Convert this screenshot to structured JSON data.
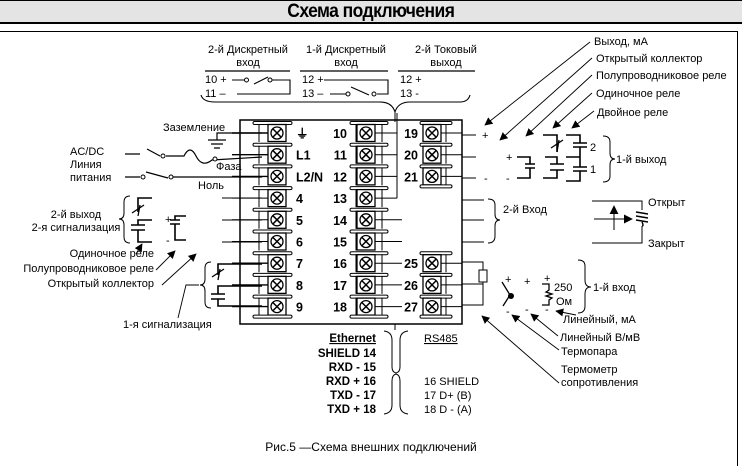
{
  "header": {
    "title": "Схема подключения"
  },
  "top_inputs": [
    {
      "title_line1": "2-й Дискретный",
      "title_line2": "вход",
      "term_a": "10 +",
      "term_b": "11 –"
    },
    {
      "title_line1": "1-й Дискретный",
      "title_line2": "вход",
      "term_a": "12 +",
      "term_b": "13 –"
    },
    {
      "title_line1": "2-й Токовый",
      "title_line2": "выход",
      "term_a": "12 +",
      "term_b": "13 -"
    }
  ],
  "output1_types": [
    "Выход, мА",
    "Открытый коллектор",
    "Полупроводниковое реле",
    "Одиночное реле",
    "Двойное реле"
  ],
  "output1": {
    "label": "1-й выход",
    "relay_2": "2",
    "relay_1": "1",
    "plus": "+",
    "minus": "-"
  },
  "power": {
    "ground": "Заземление",
    "line1": "AC/DC",
    "line2": "Линия",
    "line3": "питания",
    "phase": "Фаза",
    "neutral": "Ноль"
  },
  "output2": {
    "label_line1": "2-й выход",
    "label_line2": "2-я сигнализация",
    "plus": "+",
    "minus": "-",
    "types": [
      "Одиночное реле",
      "Полупроводниковое реле",
      "Открытый коллектор"
    ]
  },
  "alarm1": {
    "label": "1-я сигнализация"
  },
  "input2": {
    "label": "2-й Вход",
    "open": "Открыт",
    "closed": "Закрыт"
  },
  "input1": {
    "label": "1-й вход",
    "resistor_value": "250",
    "resistor_unit": "Ом",
    "plus": "+",
    "minus": "-",
    "types": [
      "Линейный, мА",
      "Линейный В/мВ",
      "Термопара",
      "Термометр",
      "сопротивления"
    ]
  },
  "terminals": {
    "col1": [
      "⏚",
      "L1",
      "L2/N",
      "4",
      "5",
      "6",
      "7",
      "8",
      "9"
    ],
    "col2": [
      "10",
      "11",
      "12",
      "13",
      "14",
      "15",
      "16",
      "17",
      "18"
    ],
    "col3_top": [
      "19",
      "20",
      "21"
    ],
    "col3_bottom": [
      "25",
      "26",
      "27"
    ]
  },
  "ethernet": {
    "title": "Ethernet",
    "rows": [
      "SHIELD 14",
      "RXD - 15",
      "RXD + 16",
      "TXD - 17",
      "TXD + 18"
    ]
  },
  "rs485": {
    "title": "RS485",
    "rows": [
      "16 SHIELD",
      "17 D+ (B)",
      "18 D - (A)"
    ]
  },
  "caption": "Рис.5 —Схема внешних подключений"
}
